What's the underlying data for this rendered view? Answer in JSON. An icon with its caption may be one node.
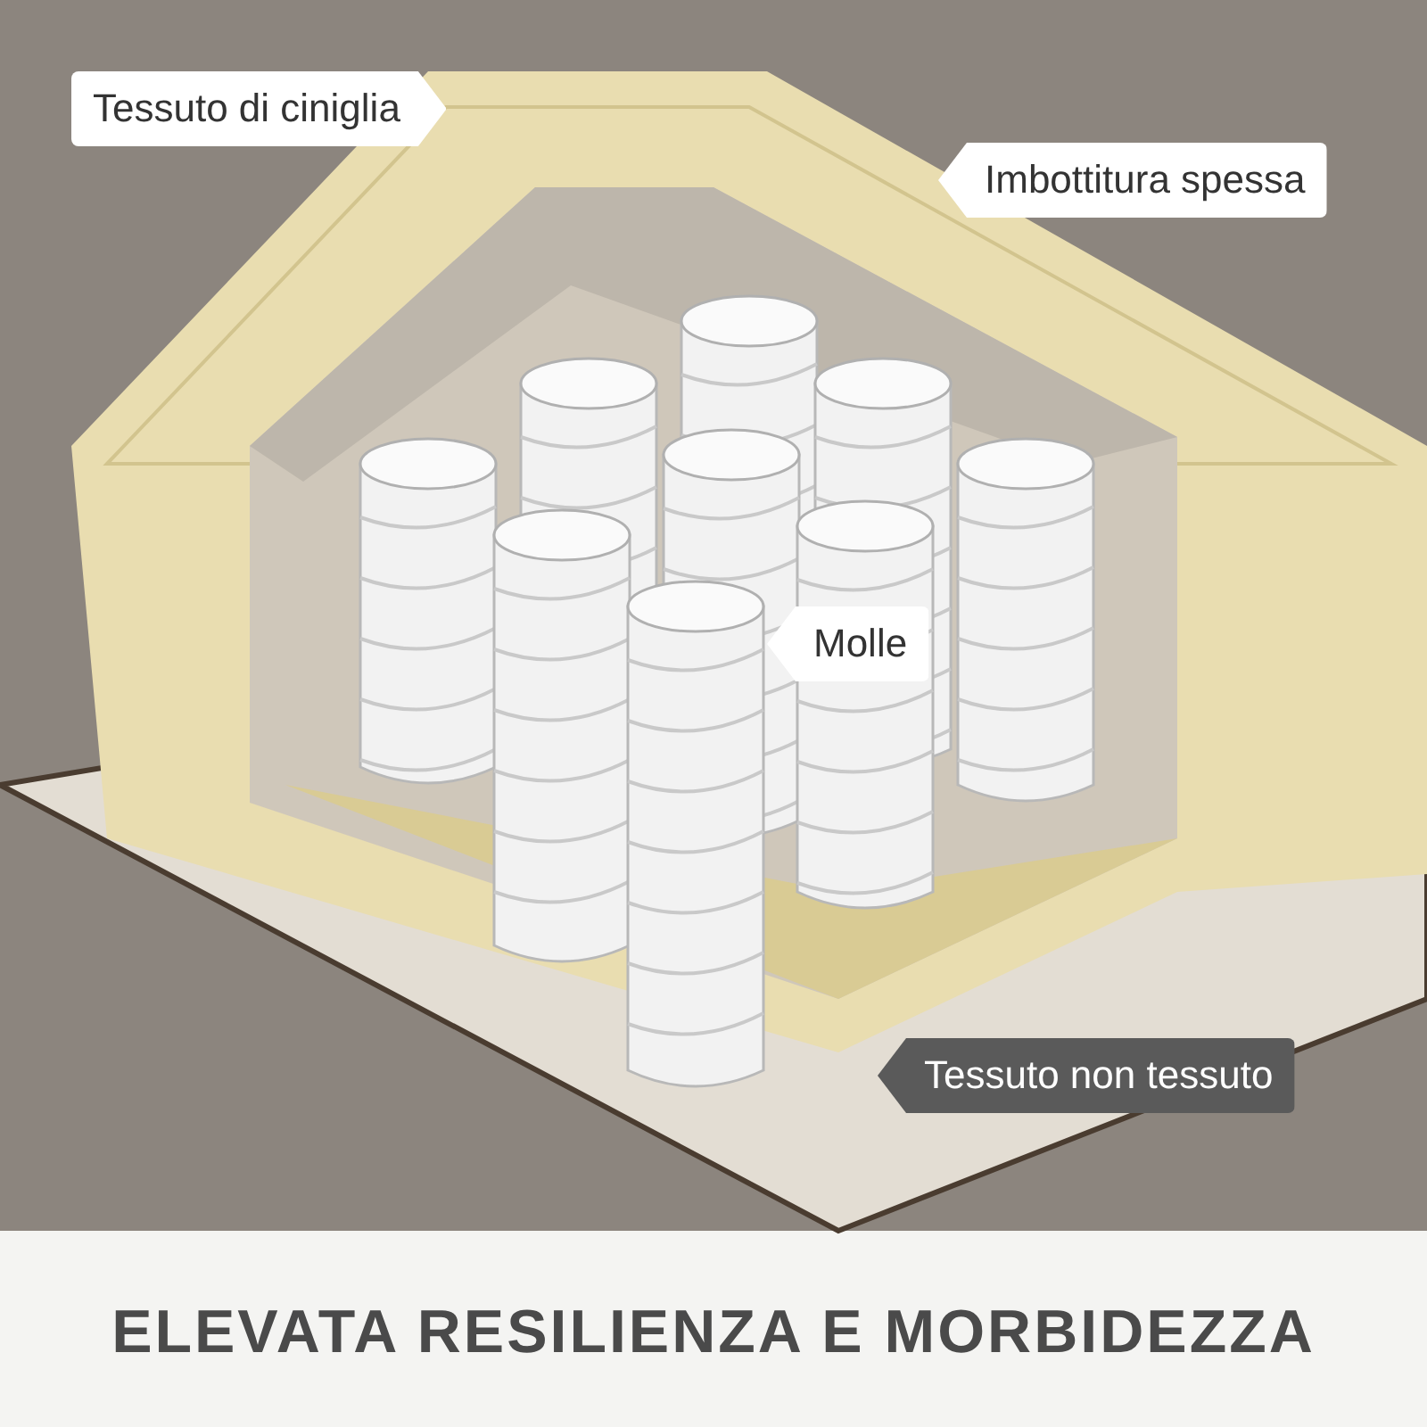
{
  "diagram": {
    "title": "ELEVATA RESILIENZA E MORBIDEZZA",
    "labels": [
      "Tessuto di ciniglia",
      "Imbottitura spessa",
      "Molle",
      "Tessuto non tessuto"
    ]
  }
}
